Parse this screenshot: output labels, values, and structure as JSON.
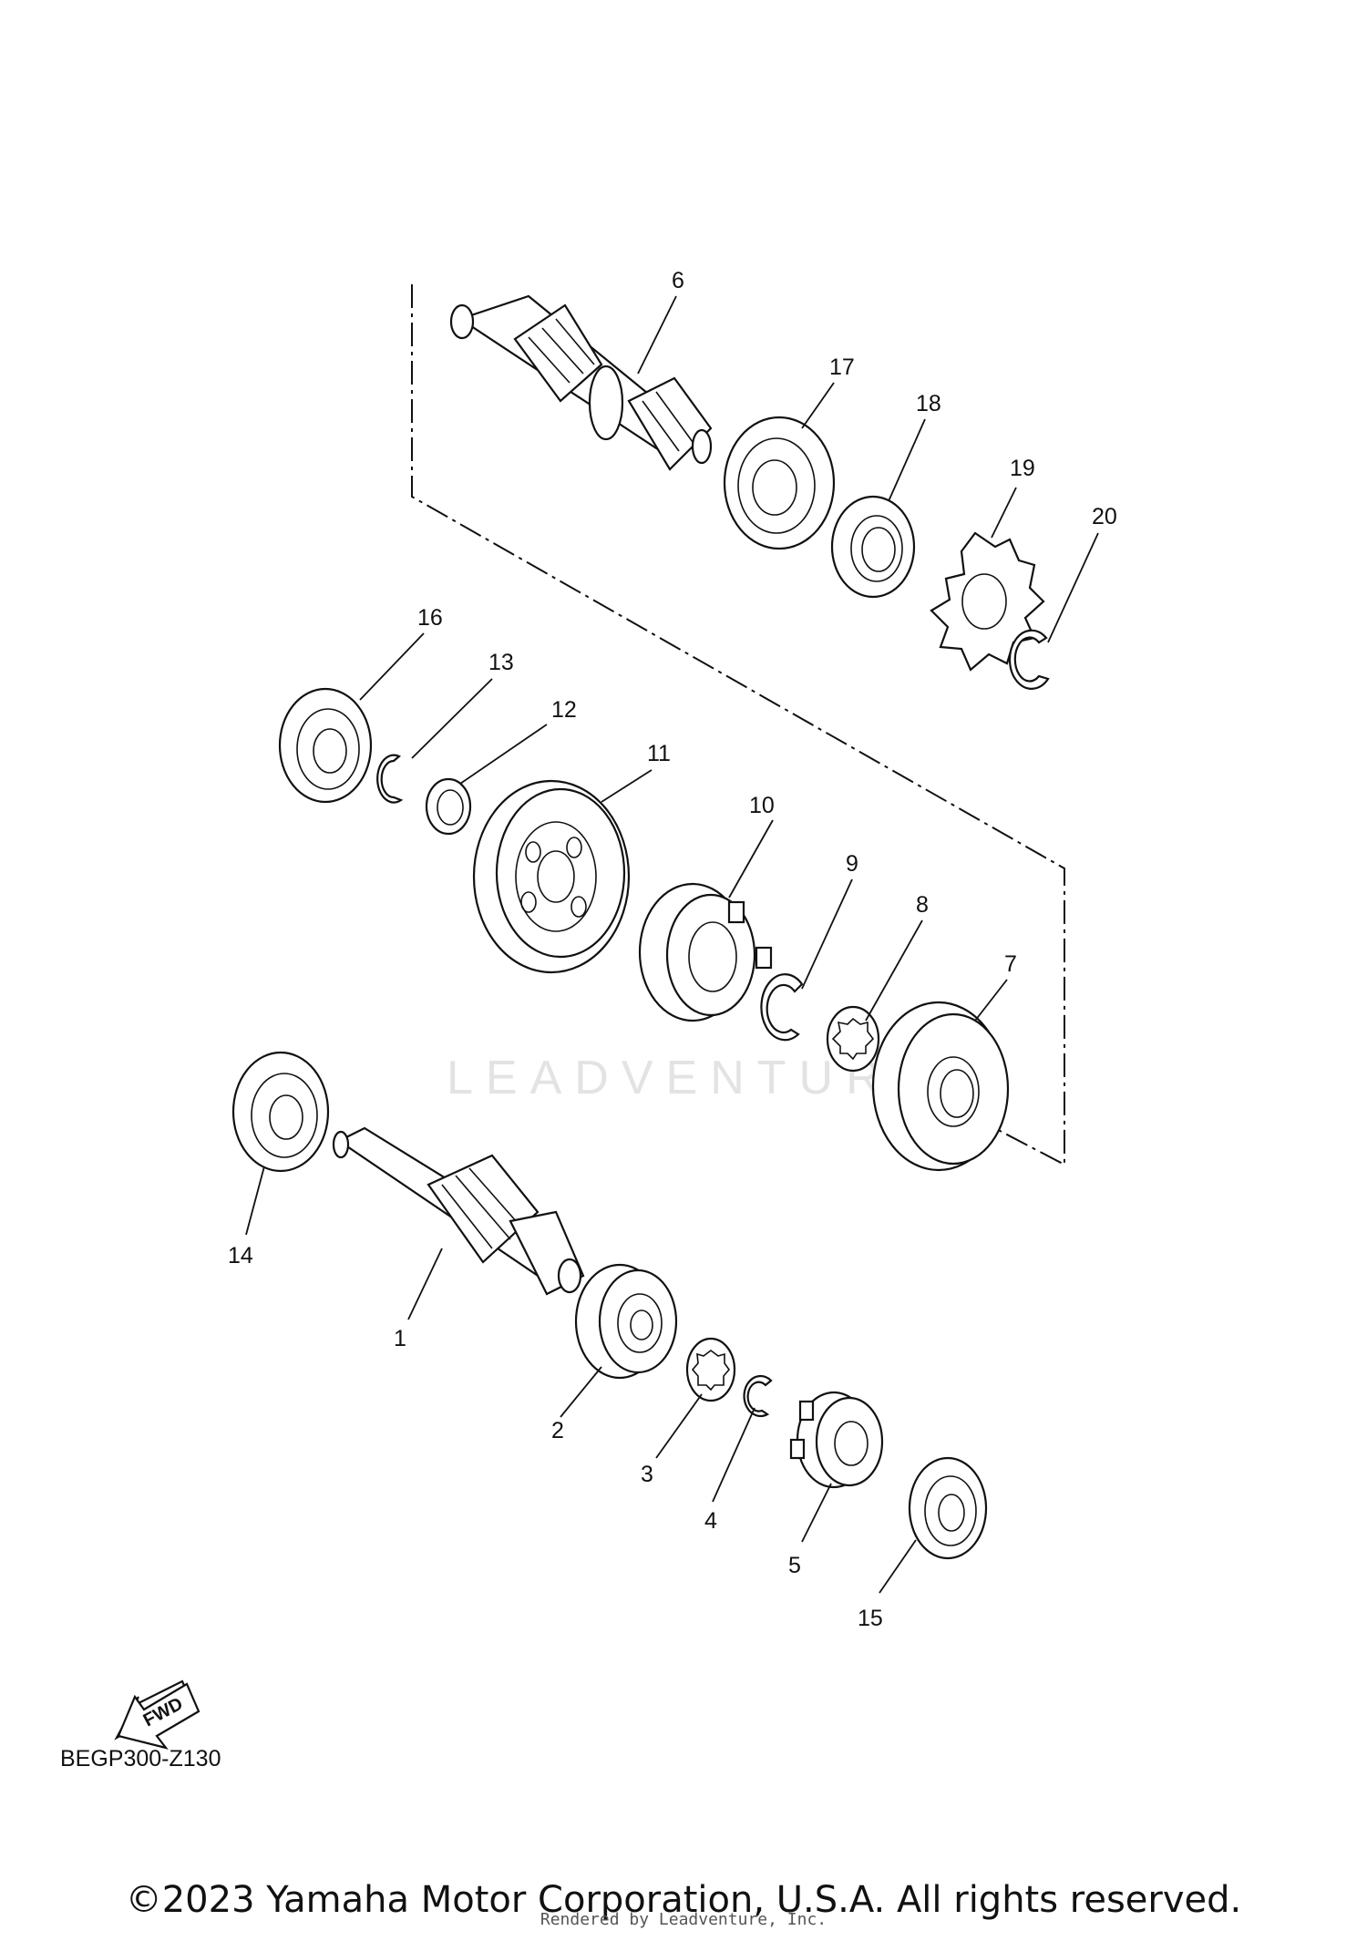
{
  "diagram": {
    "watermark": "LEADVENTURE",
    "fwd_label": "FWD",
    "code": "BEGP300-Z130",
    "copyright": "©2023 Yamaha Motor Corporation, U.S.A. All rights reserved.",
    "rendered_by": "Rendered by Leadventure, Inc."
  },
  "callouts": [
    "1",
    "2",
    "3",
    "4",
    "5",
    "6",
    "7",
    "8",
    "9",
    "10",
    "11",
    "12",
    "13",
    "14",
    "15",
    "16",
    "17",
    "18",
    "19",
    "20"
  ]
}
